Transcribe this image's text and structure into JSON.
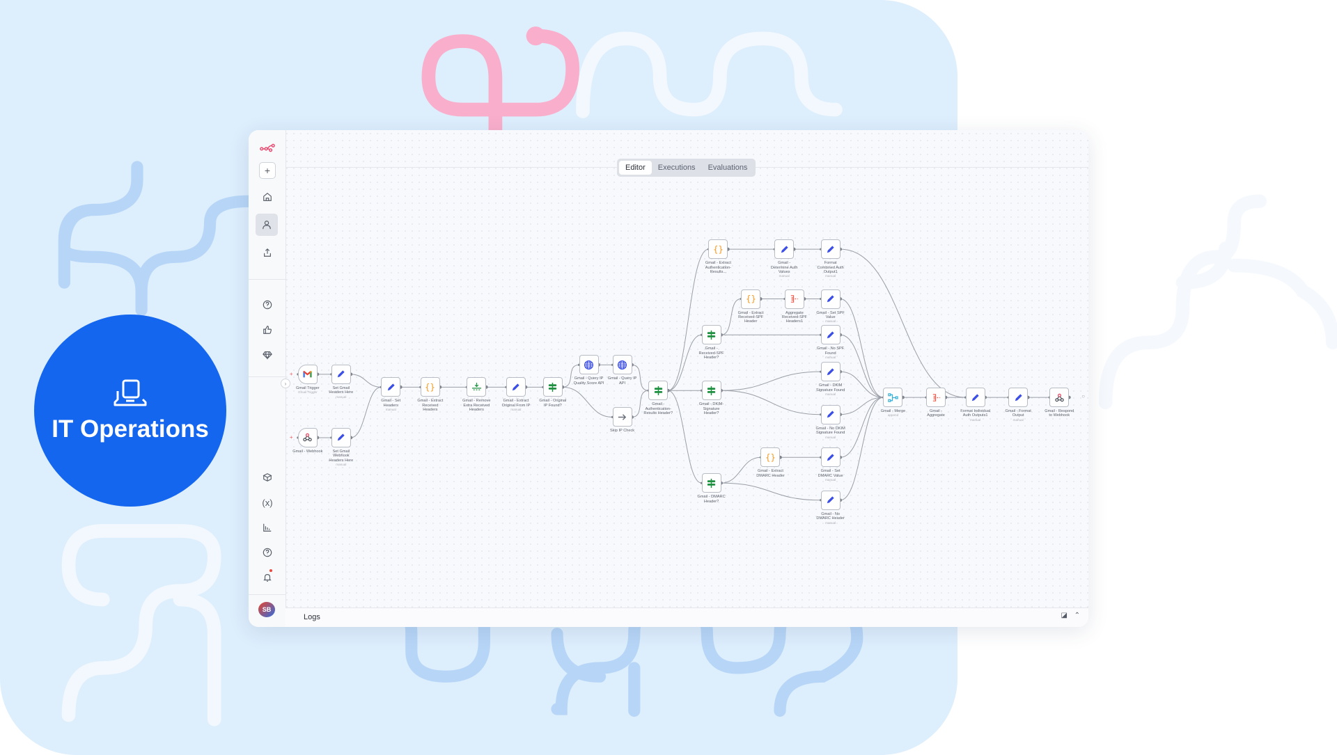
{
  "badge": {
    "title": "IT Operations",
    "icon": "laptop-icon"
  },
  "colors": {
    "accent": "#1466ee",
    "background": "#ddeefd",
    "pink": "#f9aecb",
    "pen": "#3b4ee6",
    "if": "#1f9040",
    "code": "#f59a23",
    "aggregate": "#ee5a4a",
    "merge": "#35b0d6"
  },
  "sidebar": {
    "top": [
      "n8n-logo-icon",
      "plus-icon",
      "home-icon",
      "person-icon",
      "share-icon"
    ],
    "middle": [
      "help-icon",
      "thumbs-up-icon",
      "diamond-icon"
    ],
    "bottom": [
      "templates-icon",
      "variables-icon",
      "insights-icon",
      "help-icon",
      "bell-icon"
    ],
    "avatar": "SB"
  },
  "tabs": [
    {
      "label": "Editor",
      "active": true
    },
    {
      "label": "Executions",
      "active": false
    },
    {
      "label": "Evaluations",
      "active": false
    }
  ],
  "logs": {
    "label": "Logs"
  },
  "nodes": [
    {
      "label": "Gmail Trigger",
      "sub": "Gmail Trigger",
      "icon": "gmail"
    },
    {
      "label": "Set Gmail Headers Here",
      "sub": "manual",
      "icon": "pen"
    },
    {
      "label": "Gmail - Webhook",
      "sub": "",
      "icon": "webhook"
    },
    {
      "label": "Set Gmail Webhook Headers Here",
      "sub": "manual",
      "icon": "pen"
    },
    {
      "label": "Gmail - Set Headers",
      "sub": "manual",
      "icon": "pen"
    },
    {
      "label": "Gmail - Extract Received Headers",
      "sub": "",
      "icon": "code"
    },
    {
      "label": "Gmail - Remove Extra Received Headers",
      "sub": "",
      "icon": "download"
    },
    {
      "label": "Gmail - Extract Original From IP",
      "sub": "manual",
      "icon": "pen"
    },
    {
      "label": "Gmail - Original IP Found?",
      "sub": "",
      "icon": "if"
    },
    {
      "label": "Gmail - Query IP Quality Score API",
      "sub": "",
      "icon": "globe"
    },
    {
      "label": "Gmail - Query IP API",
      "sub": "",
      "icon": "globe"
    },
    {
      "label": "Skip IP Check",
      "sub": "",
      "icon": "arrow"
    },
    {
      "label": "Gmail - Authentication-Results Header?",
      "sub": "",
      "icon": "if"
    },
    {
      "label": "Gmail - Extract Authentication-Results...",
      "sub": "",
      "icon": "code"
    },
    {
      "label": "Gmail - Determine Auth Values",
      "sub": "manual",
      "icon": "pen"
    },
    {
      "label": "Format Combined Auth Output1",
      "sub": "manual",
      "icon": "pen"
    },
    {
      "label": "Gmail - Extract Received-SPF Header",
      "sub": "",
      "icon": "code"
    },
    {
      "label": "Aggregate Received-SPF Headers1",
      "sub": "",
      "icon": "aggregate"
    },
    {
      "label": "Gmail - Set SPF Value",
      "sub": "manual",
      "icon": "pen"
    },
    {
      "label": "Gmail - Received-SPF Header?",
      "sub": "",
      "icon": "if"
    },
    {
      "label": "Gmail - No SPF Found",
      "sub": "manual",
      "icon": "pen"
    },
    {
      "label": "Gmail - DKIM-Signature Header?",
      "sub": "",
      "icon": "if"
    },
    {
      "label": "Gmail - DKIM Signature Found",
      "sub": "manual",
      "icon": "pen"
    },
    {
      "label": "Gmail - No DKIM Signature Found",
      "sub": "manual",
      "icon": "pen"
    },
    {
      "label": "Gmail - Extract DMARC Header",
      "sub": "",
      "icon": "code"
    },
    {
      "label": "Gmail - Set DMARC Value",
      "sub": "manual",
      "icon": "pen"
    },
    {
      "label": "Gmail - DMARC Header?",
      "sub": "",
      "icon": "if"
    },
    {
      "label": "Gmail - No DMARC Header",
      "sub": "manual",
      "icon": "pen"
    },
    {
      "label": "Gmail - Merge",
      "sub": "append",
      "icon": "merge"
    },
    {
      "label": "Gmail - Aggregate",
      "sub": "",
      "icon": "aggregate"
    },
    {
      "label": "Format Individual Auth Outputs1",
      "sub": "manual",
      "icon": "pen"
    },
    {
      "label": "Gmail - Format Output",
      "sub": "manual",
      "icon": "pen"
    },
    {
      "label": "Gmail - Respond to Webhook",
      "sub": "",
      "icon": "webhook"
    }
  ],
  "edges": [
    [
      0,
      1
    ],
    [
      1,
      4
    ],
    [
      2,
      3
    ],
    [
      3,
      4
    ],
    [
      4,
      5
    ],
    [
      5,
      6
    ],
    [
      6,
      7
    ],
    [
      7,
      8
    ],
    [
      8,
      9
    ],
    [
      8,
      11
    ],
    [
      9,
      10
    ],
    [
      10,
      12
    ],
    [
      11,
      12
    ],
    [
      12,
      13
    ],
    [
      12,
      19
    ],
    [
      12,
      21
    ],
    [
      12,
      26
    ],
    [
      13,
      14
    ],
    [
      14,
      15
    ],
    [
      15,
      30
    ],
    [
      19,
      16
    ],
    [
      16,
      17
    ],
    [
      17,
      18
    ],
    [
      19,
      20
    ],
    [
      18,
      28
    ],
    [
      20,
      28
    ],
    [
      21,
      22
    ],
    [
      21,
      23
    ],
    [
      22,
      28
    ],
    [
      23,
      28
    ],
    [
      26,
      24
    ],
    [
      24,
      25
    ],
    [
      26,
      27
    ],
    [
      25,
      28
    ],
    [
      27,
      28
    ],
    [
      28,
      29
    ],
    [
      29,
      30
    ],
    [
      30,
      31
    ],
    [
      31,
      32
    ]
  ]
}
